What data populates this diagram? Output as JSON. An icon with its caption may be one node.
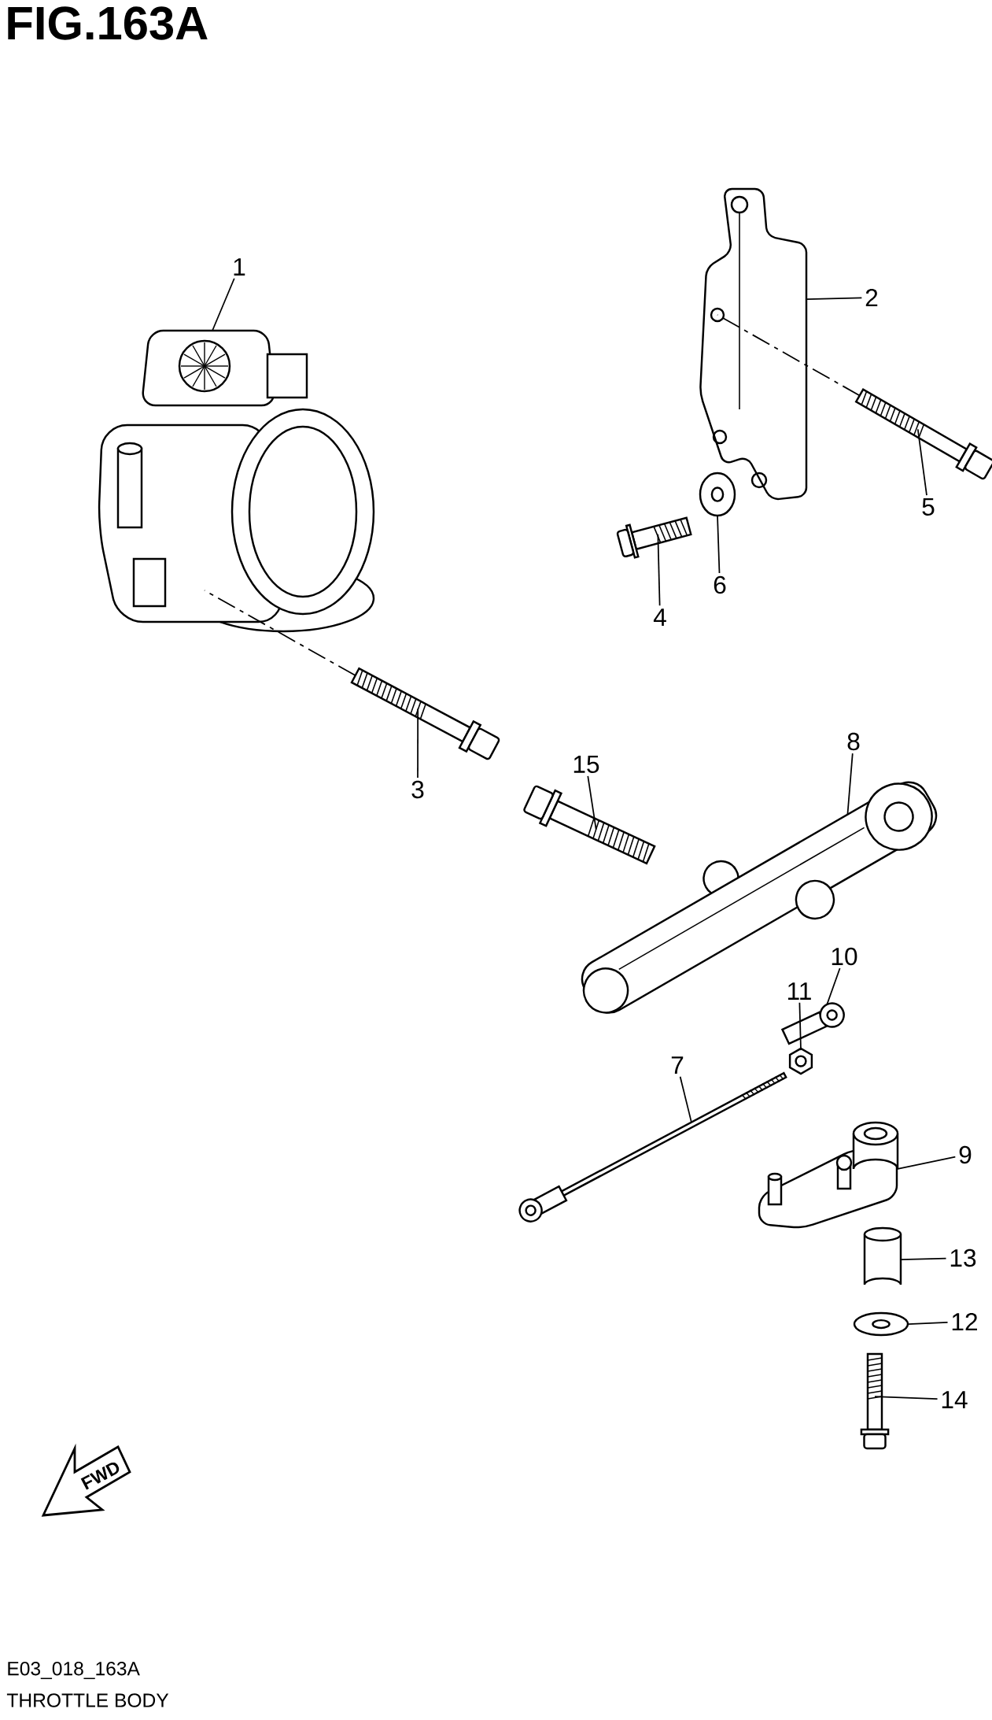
{
  "diagram": {
    "title": "FIG.163A",
    "caption": "THROTTLE BODY",
    "nodes": [
      {
        "text": [
          "1"
        ]
      },
      {
        "text": [
          "2"
        ]
      },
      {
        "text": [
          "3"
        ]
      },
      {
        "text": [
          "4"
        ]
      },
      {
        "text": [
          "5"
        ]
      },
      {
        "text": [
          "6"
        ]
      },
      {
        "text": [
          "7"
        ]
      },
      {
        "text": [
          "8"
        ]
      },
      {
        "text": [
          "9"
        ]
      },
      {
        "text": [
          "10"
        ]
      },
      {
        "text": [
          "11"
        ]
      },
      {
        "text": [
          "12"
        ]
      },
      {
        "text": [
          "13"
        ]
      },
      {
        "text": [
          "14"
        ]
      },
      {
        "text": [
          "15"
        ]
      },
      {
        "text": [],
        "shape": "picture"
      },
      {
        "text": [],
        "shape": "picture"
      },
      {
        "text": [],
        "shape": "picture"
      },
      {
        "text": [],
        "shape": "picture"
      },
      {
        "text": [],
        "shape": "picture"
      },
      {
        "text": [],
        "shape": "picture"
      },
      {
        "text": [],
        "shape": "picture"
      },
      {
        "text": [],
        "shape": "picture"
      },
      {
        "text": [],
        "shape": "picture"
      },
      {
        "text": [],
        "shape": "picture"
      },
      {
        "text": [],
        "shape": "picture"
      },
      {
        "text": [],
        "shape": "picture"
      },
      {
        "text": [],
        "shape": "cylinder"
      },
      {
        "text": [],
        "shape": "picture"
      },
      {
        "text": [],
        "shape": "picture"
      }
    ],
    "edges": [
      {
        "from": 0,
        "to": 15,
        "arrow": "none"
      },
      {
        "from": 1,
        "to": 16,
        "arrow": "none"
      },
      {
        "from": 2,
        "to": 17,
        "arrow": "none"
      },
      {
        "from": 3,
        "to": 18,
        "arrow": "none"
      },
      {
        "from": 4,
        "to": 19,
        "arrow": "none"
      },
      {
        "from": 5,
        "to": 20,
        "arrow": "none"
      },
      {
        "from": 6,
        "to": 21,
        "arrow": "none"
      },
      {
        "from": 7,
        "to": 22,
        "arrow": "none"
      },
      {
        "from": 8,
        "to": 23,
        "arrow": "none"
      },
      {
        "from": 9,
        "to": 24,
        "arrow": "none"
      },
      {
        "from": 10,
        "to": 25,
        "arrow": "none"
      },
      {
        "from": 11,
        "to": 26,
        "arrow": "none"
      },
      {
        "from": 12,
        "to": 27,
        "arrow": "none"
      },
      {
        "from": 13,
        "to": 28,
        "arrow": "none"
      },
      {
        "from": 14,
        "to": 29,
        "arrow": "none"
      },
      {
        "from": 17,
        "to": 15,
        "arrow": "none",
        "style": "dashed"
      },
      {
        "from": 19,
        "to": 16,
        "arrow": "none",
        "style": "dashed"
      }
    ],
    "labels": [
      "FWD",
      "E03_018_163A"
    ]
  }
}
